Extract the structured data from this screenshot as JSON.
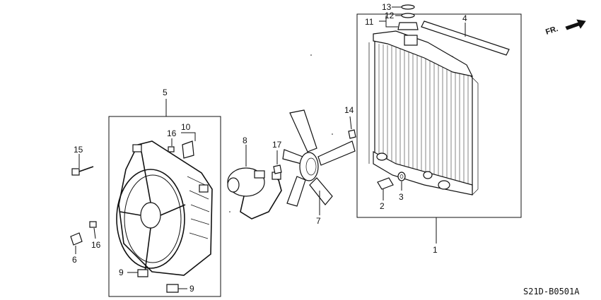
{
  "callouts": {
    "c1": "1",
    "c2": "2",
    "c3": "3",
    "c4": "4",
    "c5": "5",
    "c6": "6",
    "c7": "7",
    "c8": "8",
    "c9a": "9",
    "c9b": "9",
    "c10": "10",
    "c11": "11",
    "c12": "12",
    "c13": "13",
    "c14": "14",
    "c15": "15",
    "c16a": "16",
    "c16b": "16",
    "c17": "17"
  },
  "direction_label": "FR.",
  "diagram_code": "S21D-B0501A",
  "icons": {
    "direction": "arrow-right-icon"
  }
}
